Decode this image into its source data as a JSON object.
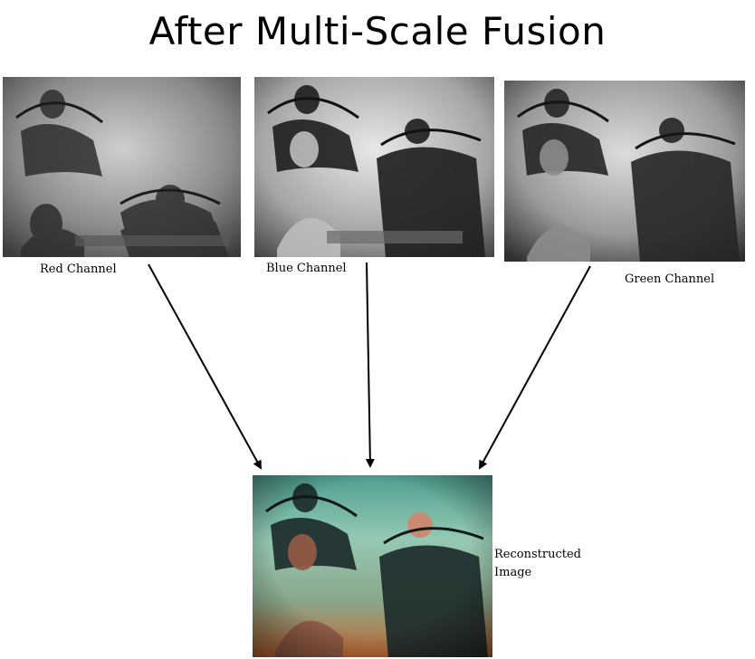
{
  "title": "After Multi-Scale Fusion",
  "panels": {
    "red": {
      "label": "Red Channel",
      "tint_light": "#d9d9d9",
      "tint_dark": "#3a3a3a"
    },
    "blue": {
      "label": "Blue Channel",
      "tint_light": "#efefef",
      "tint_dark": "#2a2a2a"
    },
    "green": {
      "label": "Green Channel",
      "tint_light": "#e6e6e6",
      "tint_dark": "#303030"
    },
    "reconstructed": {
      "label": "Reconstructed Image",
      "tint_top": "#5aa89c",
      "tint_mid": "#8cc4b0",
      "tint_bottom": "#c8753e"
    }
  },
  "colors": {
    "arrow": "#000000",
    "background": "#ffffff"
  }
}
